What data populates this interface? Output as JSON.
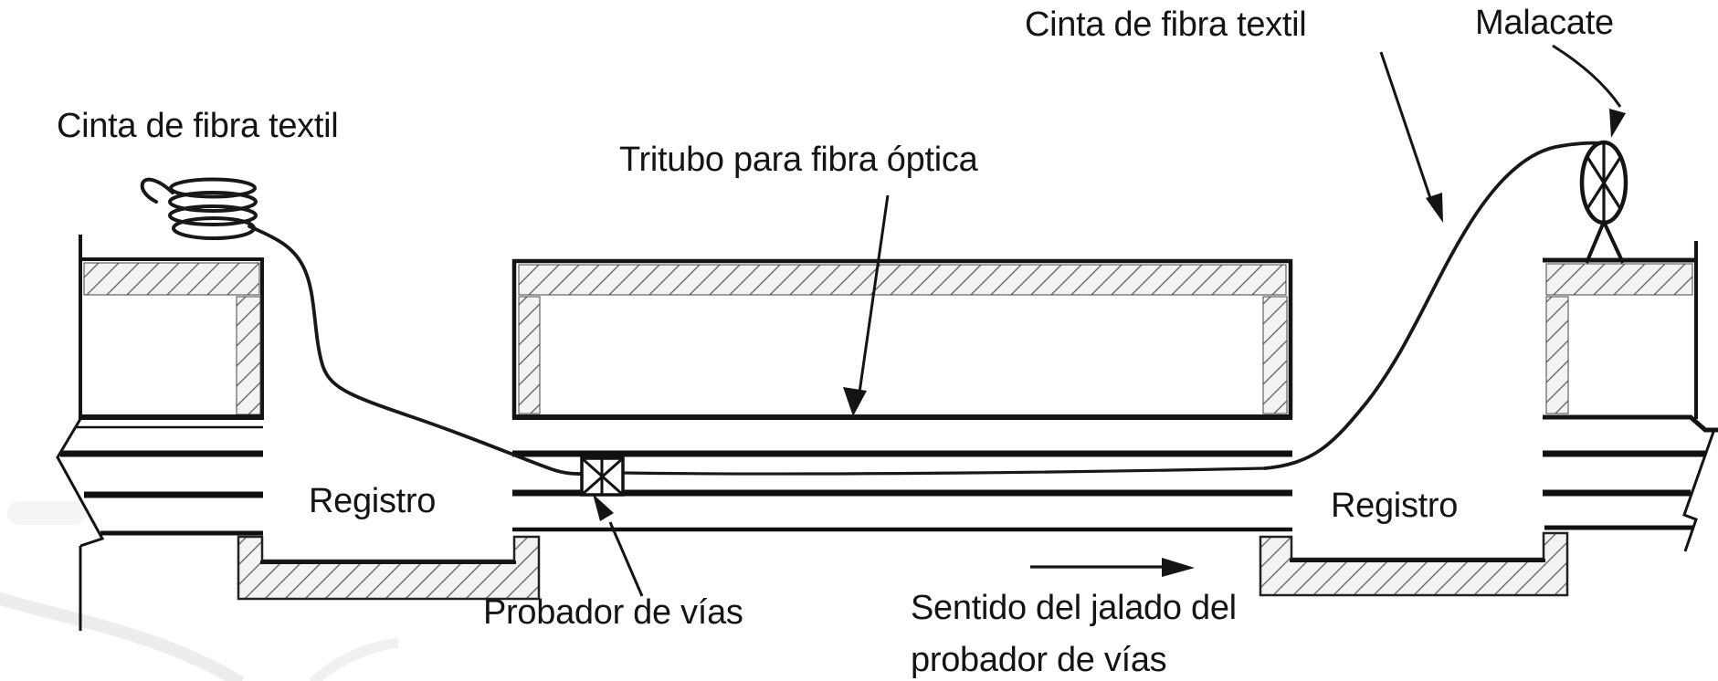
{
  "diagram": {
    "labels": {
      "tape_coil_left": "Cinta de fibra textil",
      "tritube": "Tritubo para fibra óptica",
      "tape_right": "Cinta de fibra textil",
      "winch": "Malacate",
      "manhole_left": "Registro",
      "manhole_right": "Registro",
      "duct_tester": "Probador de vías",
      "pull_direction_line1": "Sentido del jalado del",
      "pull_direction_line2": "probador de vías"
    },
    "icons": {
      "tape_coil": "stacked coil of textile fiber tape",
      "winch": "spoked winch wheel on tripod stand",
      "duct_tester": "crossed-box duct tester",
      "pipe_break_left": "diagonal pipe break marks",
      "pipe_break_right": "diagonal pipe break marks",
      "leader_arrow": "filled triangular arrowhead",
      "pull_direction": "right-pointing arrow"
    },
    "colors": {
      "ink": "#141414",
      "background": "#ffffff",
      "hatch_fill": "#f3f3f2",
      "hatch_line": "#6f6f6f",
      "watermark": "#ededed"
    }
  }
}
